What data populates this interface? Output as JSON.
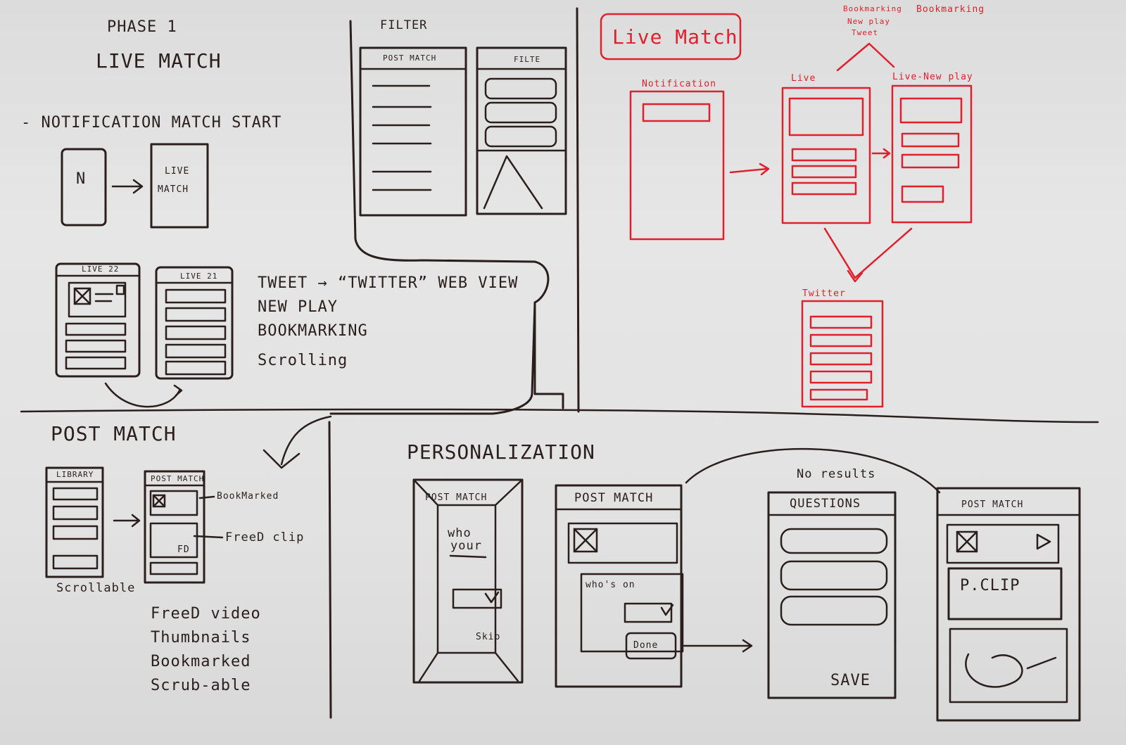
{
  "phase": {
    "title": "PHASE 1",
    "subtitle": "LIVE MATCH"
  },
  "notification": {
    "heading": "- NOTIFICATION  MATCH  START",
    "phone_glyph": "N",
    "target_screen": [
      "LIVE",
      "MATCH"
    ]
  },
  "live_screens": {
    "left_title": "LIVE 22",
    "right_title": "LIVE 21"
  },
  "live_features": {
    "items": [
      "TWEET → “TWITTER” WEB VIEW",
      "NEW PLAY",
      "BOOKMARKING",
      "Scrolling"
    ]
  },
  "filter": {
    "heading": "FILTER",
    "screen_left": "POST MATCH",
    "screen_right": "FILTE"
  },
  "red_flow": {
    "heading": "Live Match",
    "top_note": [
      "Bookmarking",
      "New play",
      "Tweet"
    ],
    "top_note_right": "Bookmarking",
    "screens": {
      "notification": "Notification",
      "live": "Live",
      "live_new_play": "Live-New play",
      "twitter": "Twitter"
    }
  },
  "post_match": {
    "heading": "POST MATCH",
    "library_title": "LIBRARY",
    "library_caption": "Scrollable",
    "detail_title": "POST MATCH",
    "callout_bookmark": "BookMarked",
    "callout_clip": "FreeD clip",
    "clip_label": "FD",
    "features": [
      "FreeD video",
      "Thumbnails",
      "Bookmarked",
      "Scrub-able"
    ]
  },
  "personalization": {
    "heading": "PERSONALIZATION",
    "screen1_title": "POST MATCH",
    "screen1_text": [
      "who",
      "your"
    ],
    "screen1_skip": "Skip",
    "screen2_title": "POST MATCH",
    "screen2_text": "who's on",
    "screen2_done": "Done",
    "no_results": "No results",
    "screen3_title": "QUESTIONS",
    "screen3_save": "SAVE",
    "screen4_title": "POST MATCH",
    "screen4_clip": "P.CLIP"
  }
}
